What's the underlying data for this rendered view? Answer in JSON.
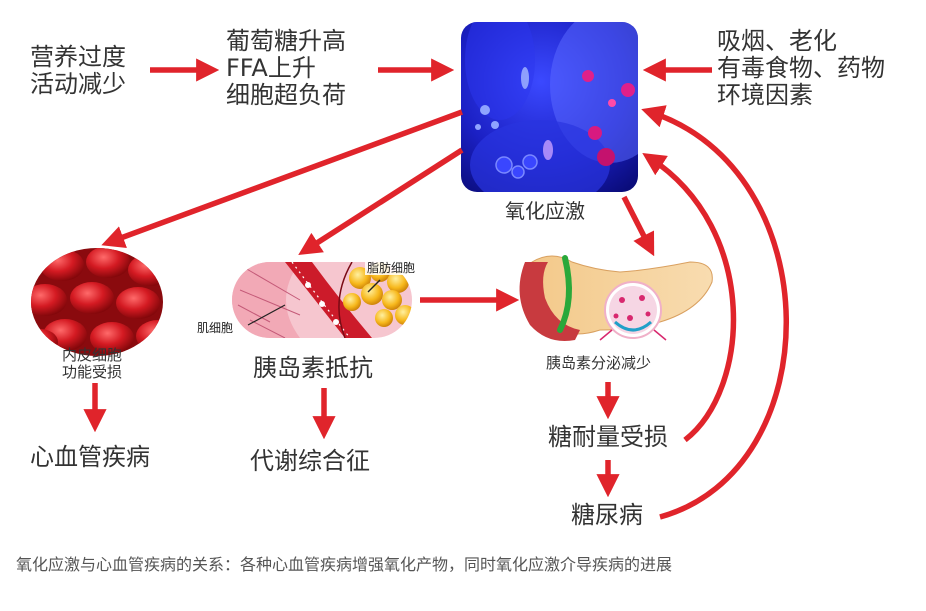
{
  "nodes": {
    "overnutrition": [
      "营养过度",
      "活动减少"
    ],
    "glucose_ffa": [
      "葡萄糖升高",
      "FFA上升",
      "细胞超负荷"
    ],
    "smoking_aging": [
      "吸烟、老化",
      "有毒食物、药物",
      "环境因素"
    ],
    "oxidative_stress": "氧化应激",
    "endothelial": [
      "内皮细胞",
      "功能受损"
    ],
    "cardiovascular": "心血管疾病",
    "insulin_resistance": "胰岛素抵抗",
    "metabolic_syndrome": "代谢综合征",
    "fat_cell": "脂肪细胞",
    "muscle_cell": "肌细胞",
    "insulin_secretion": "胰岛素分泌减少",
    "glucose_tolerance": "糖耐量受损",
    "diabetes": "糖尿病"
  },
  "caption": "氧化应激与心血管疾病的关系：各种心血管疾病增强氧化产物，同时氧化应激介导疾病的进展",
  "colors": {
    "arrow": "#e0242b",
    "cell_blue": "#1a22c8",
    "rbc_red": "#c8141c",
    "fat_yellow": "#f6b81a"
  }
}
